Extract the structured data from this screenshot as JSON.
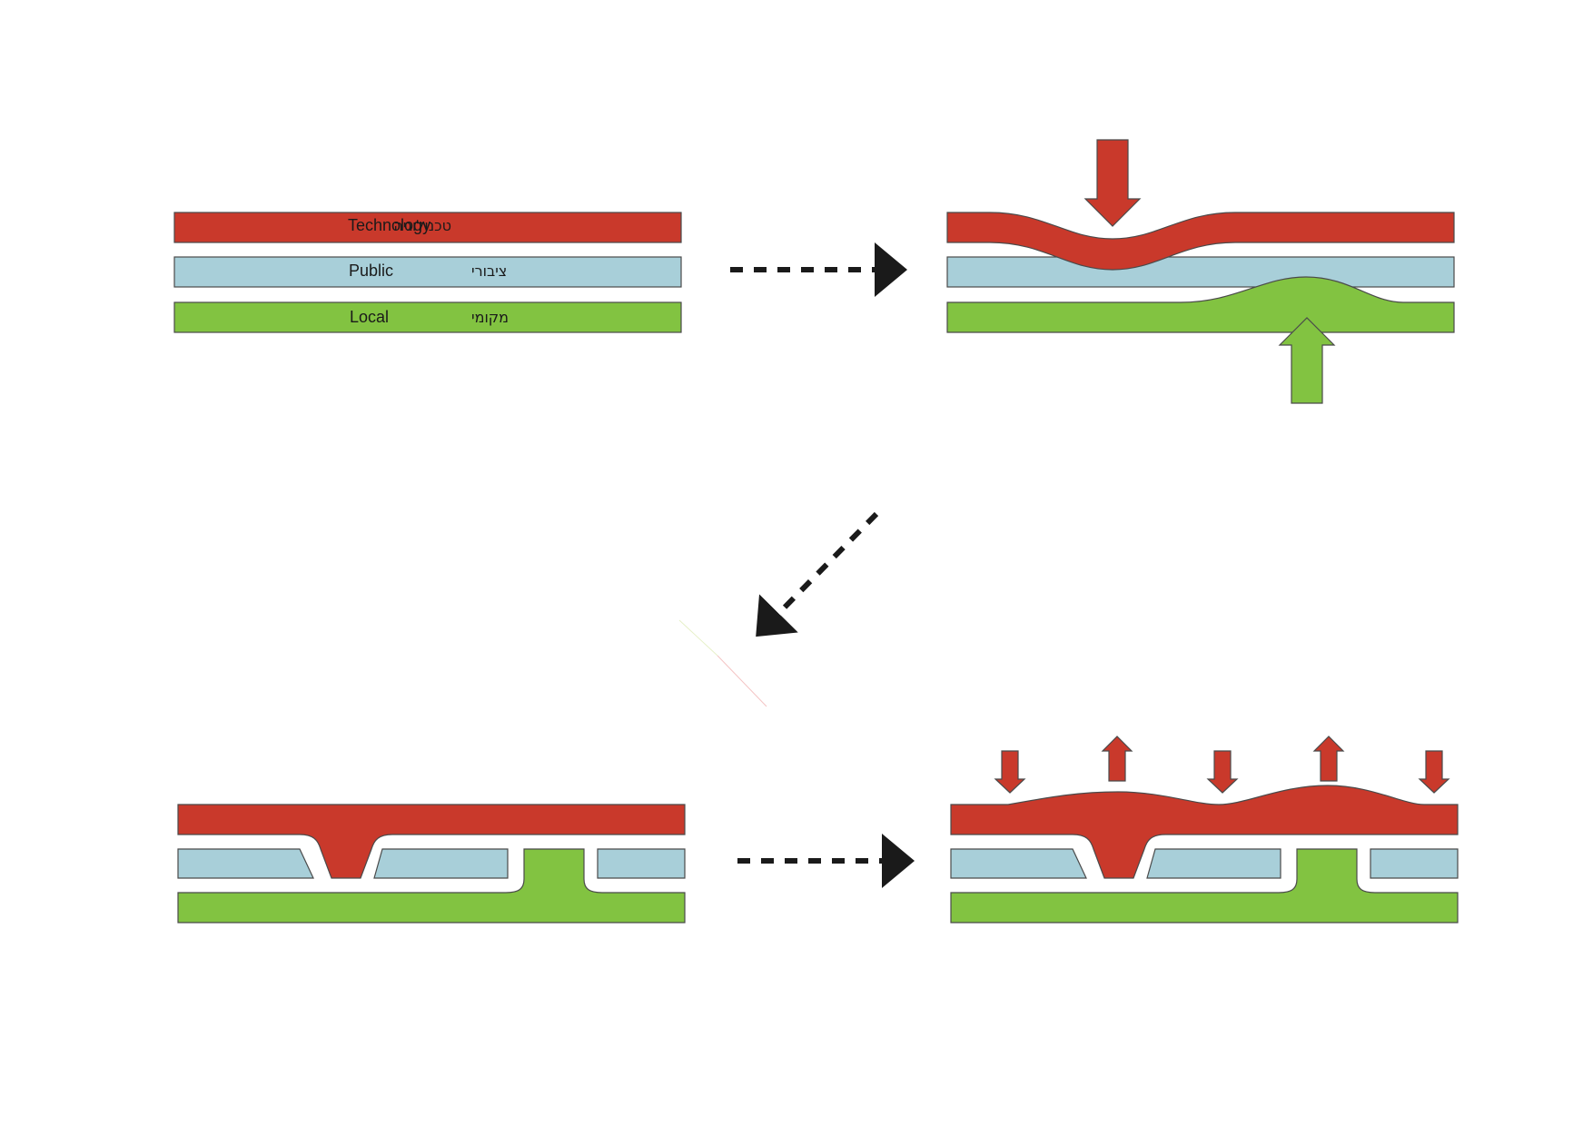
{
  "layers": {
    "technology": {
      "en": "Technology",
      "he": "טכנולוגיה",
      "color": "#c9392b"
    },
    "public": {
      "en": "Public",
      "he": "ציבורי",
      "color": "#a8cfd9"
    },
    "local": {
      "en": "Local",
      "he": "מקומי",
      "color": "#82c341"
    }
  },
  "colors": {
    "outline": "#4a4a4a",
    "arrow": "#1a1a1a",
    "background": "#ffffff"
  },
  "icons": {
    "flow_arrow": "dashed-arrow-icon",
    "pressure_down": "red-down-arrow-icon",
    "pressure_up": "green-up-arrow-icon",
    "oscillation_up": "red-up-arrow-icon"
  }
}
